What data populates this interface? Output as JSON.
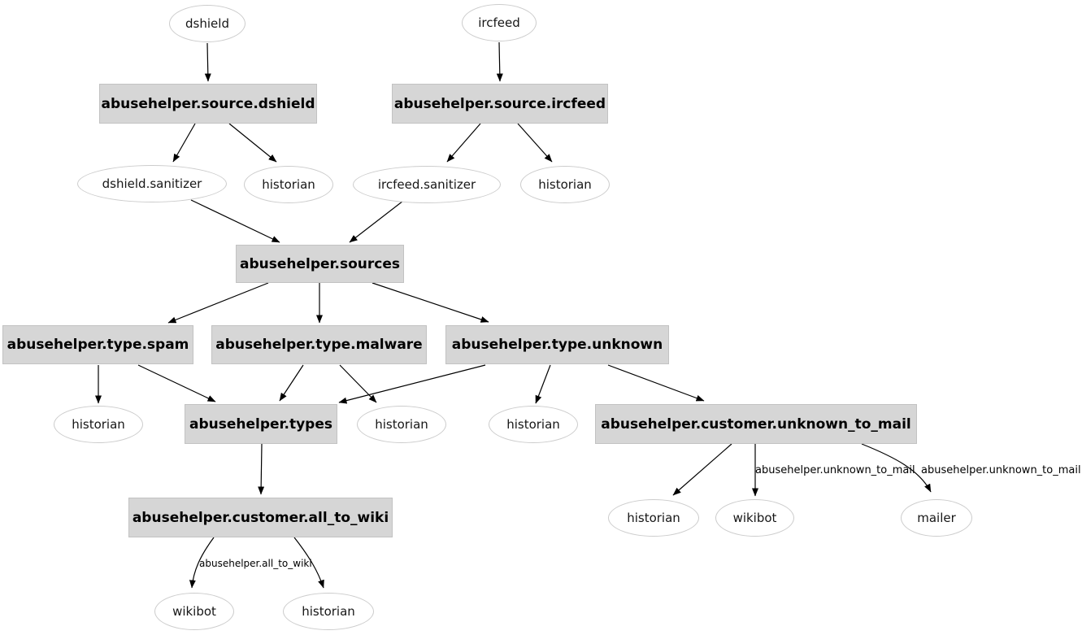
{
  "diagram": {
    "type": "directed-graph",
    "description": "AbuseHelper bot/channel pipeline graph",
    "colors": {
      "box_fill": "#d6d6d6",
      "box_border": "#c2c2c2",
      "ellipse_fill": "#ffffff",
      "ellipse_border": "#cccccc",
      "edge": "#000000",
      "text": "#000000",
      "background": "#ffffff"
    },
    "nodes": {
      "dshield": "dshield",
      "ircfeed": "ircfeed",
      "source_dshield": "abusehelper.source.dshield",
      "source_ircfeed": "abusehelper.source.ircfeed",
      "dshield_sanitizer": "dshield.sanitizer",
      "ircfeed_sanitizer": "ircfeed.sanitizer",
      "historian": "historian",
      "sources": "abusehelper.sources",
      "type_spam": "abusehelper.type.spam",
      "type_malware": "abusehelper.type.malware",
      "type_unknown": "abusehelper.type.unknown",
      "types": "abusehelper.types",
      "customer_unknown_to_mail": "abusehelper.customer.unknown_to_mail",
      "customer_all_to_wiki": "abusehelper.customer.all_to_wiki",
      "wikibot": "wikibot",
      "mailer": "mailer"
    },
    "edge_labels": {
      "all_to_wiki": "abusehelper.all_to_wiki",
      "unknown_to_mail": "abusehelper.unknown_to_mail"
    },
    "edges": [
      {
        "from": "dshield",
        "to": "abusehelper.source.dshield"
      },
      {
        "from": "ircfeed",
        "to": "abusehelper.source.ircfeed"
      },
      {
        "from": "abusehelper.source.dshield",
        "to": "dshield.sanitizer"
      },
      {
        "from": "abusehelper.source.dshield",
        "to": "historian"
      },
      {
        "from": "abusehelper.source.ircfeed",
        "to": "ircfeed.sanitizer"
      },
      {
        "from": "abusehelper.source.ircfeed",
        "to": "historian"
      },
      {
        "from": "dshield.sanitizer",
        "to": "abusehelper.sources"
      },
      {
        "from": "ircfeed.sanitizer",
        "to": "abusehelper.sources"
      },
      {
        "from": "abusehelper.sources",
        "to": "abusehelper.type.spam"
      },
      {
        "from": "abusehelper.sources",
        "to": "abusehelper.type.malware"
      },
      {
        "from": "abusehelper.sources",
        "to": "abusehelper.type.unknown"
      },
      {
        "from": "abusehelper.type.spam",
        "to": "historian"
      },
      {
        "from": "abusehelper.type.spam",
        "to": "abusehelper.types"
      },
      {
        "from": "abusehelper.type.malware",
        "to": "abusehelper.types"
      },
      {
        "from": "abusehelper.type.malware",
        "to": "historian"
      },
      {
        "from": "abusehelper.type.unknown",
        "to": "abusehelper.types"
      },
      {
        "from": "abusehelper.type.unknown",
        "to": "historian"
      },
      {
        "from": "abusehelper.type.unknown",
        "to": "abusehelper.customer.unknown_to_mail"
      },
      {
        "from": "abusehelper.types",
        "to": "abusehelper.customer.all_to_wiki"
      },
      {
        "from": "abusehelper.customer.all_to_wiki",
        "to": "wikibot",
        "label": "abusehelper.all_to_wiki"
      },
      {
        "from": "abusehelper.customer.all_to_wiki",
        "to": "historian"
      },
      {
        "from": "abusehelper.customer.unknown_to_mail",
        "to": "historian"
      },
      {
        "from": "abusehelper.customer.unknown_to_mail",
        "to": "wikibot",
        "label": "abusehelper.unknown_to_mail"
      },
      {
        "from": "abusehelper.customer.unknown_to_mail",
        "to": "mailer",
        "label": "abusehelper.unknown_to_mail"
      }
    ]
  }
}
